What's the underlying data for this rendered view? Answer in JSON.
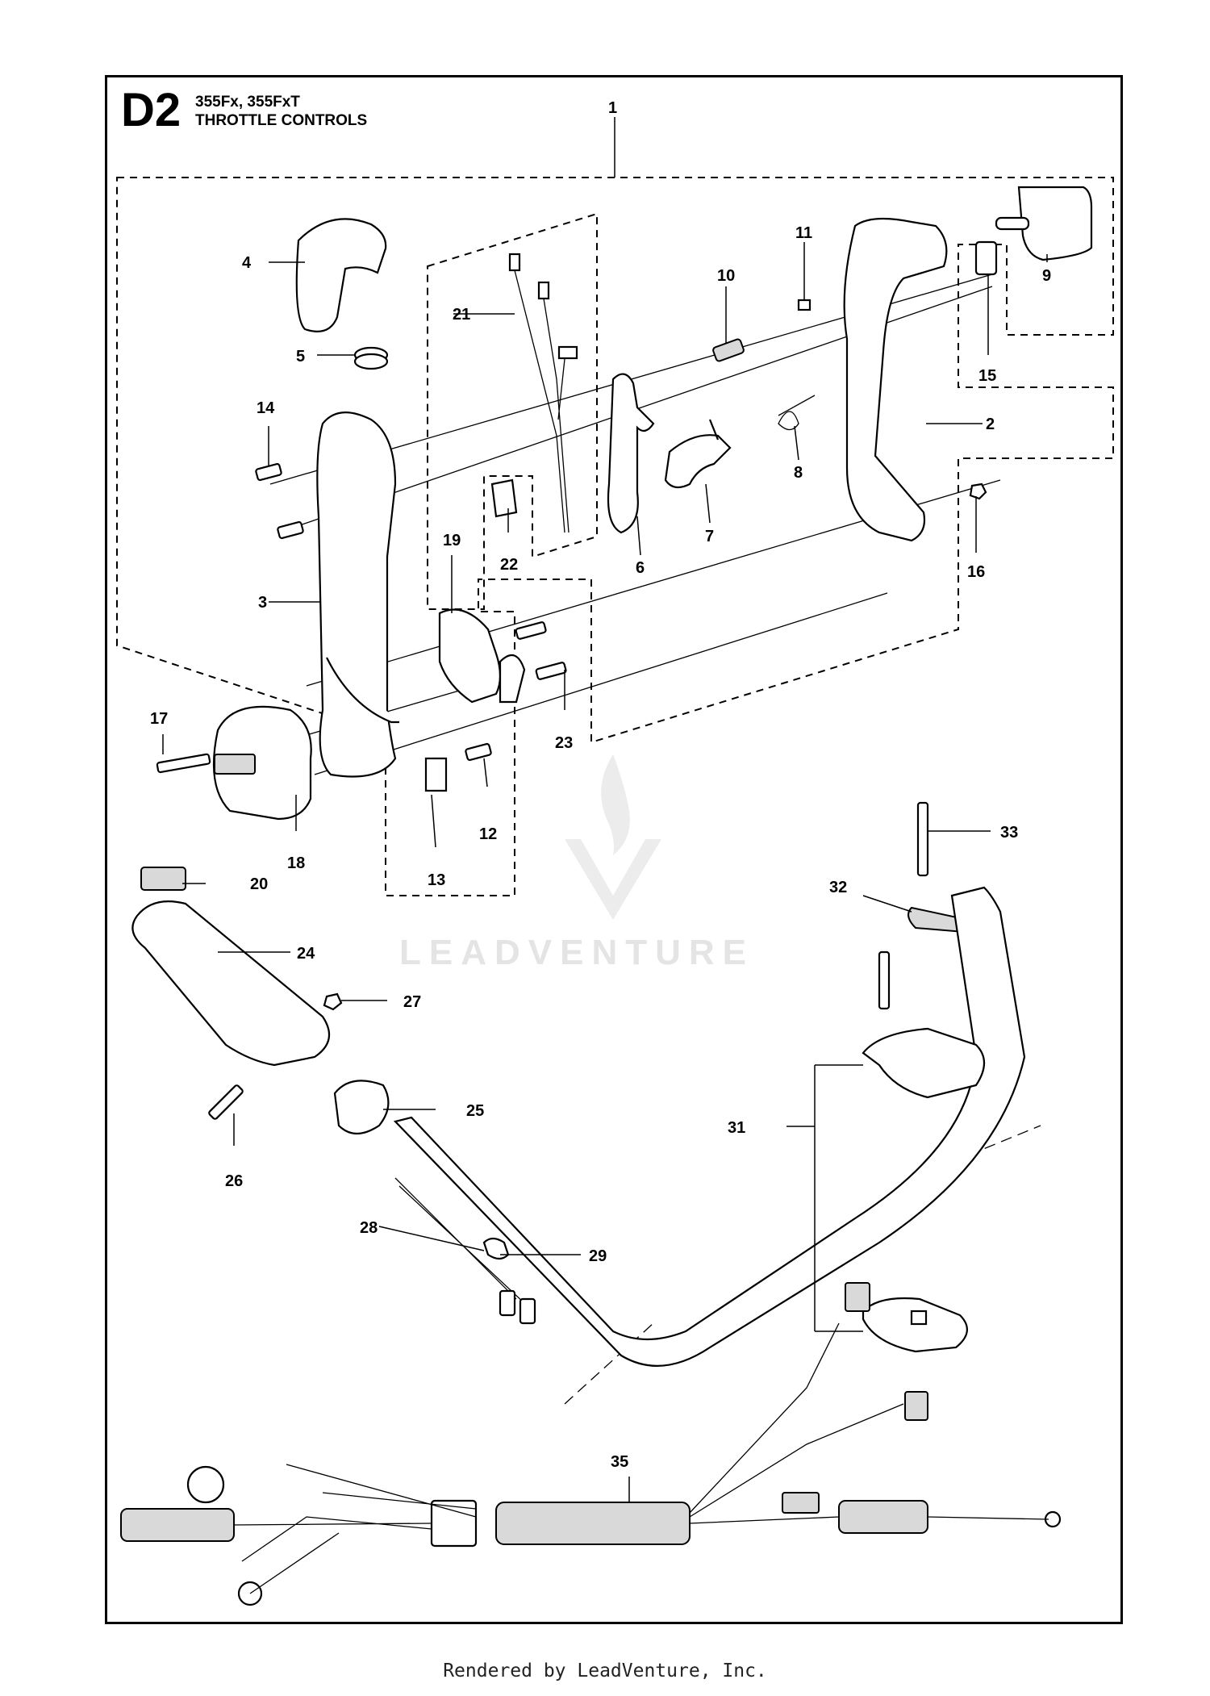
{
  "header": {
    "page_code": "D2",
    "models": "355Fx, 355FxT",
    "title": "THROTTLE CONTROLS"
  },
  "watermark": {
    "text": "LEADVENTURE"
  },
  "footer": {
    "text": "Rendered by LeadVenture, Inc."
  },
  "callouts": [
    "1",
    "2",
    "3",
    "4",
    "5",
    "6",
    "7",
    "8",
    "9",
    "10",
    "11",
    "12",
    "13",
    "14",
    "15",
    "16",
    "17",
    "18",
    "19",
    "20",
    "21",
    "22",
    "23",
    "24",
    "25",
    "26",
    "27",
    "28",
    "29",
    "31",
    "32",
    "33",
    "35"
  ]
}
